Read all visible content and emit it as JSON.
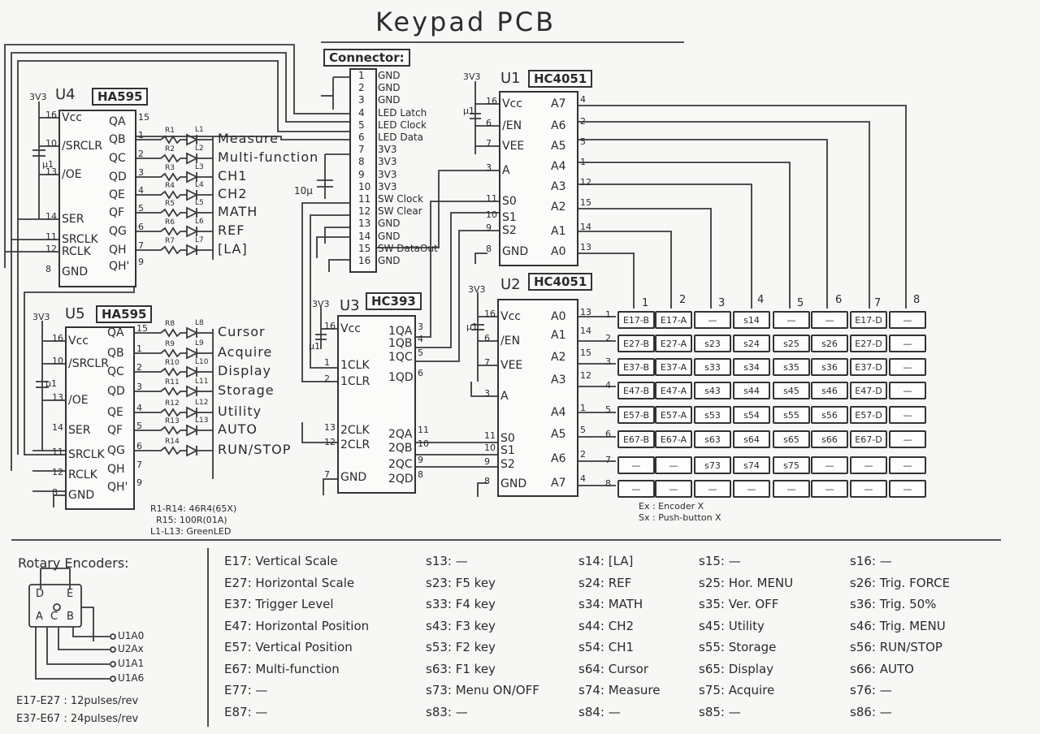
{
  "title": "Keypad PCB",
  "connector": {
    "tag": "Connector:",
    "pins": [
      {
        "n": "1",
        "name": "GND"
      },
      {
        "n": "2",
        "name": "GND"
      },
      {
        "n": "3",
        "name": "GND"
      },
      {
        "n": "4",
        "name": "LED Latch"
      },
      {
        "n": "5",
        "name": "LED Clock"
      },
      {
        "n": "6",
        "name": "LED Data"
      },
      {
        "n": "7",
        "name": "3V3"
      },
      {
        "n": "8",
        "name": "3V3"
      },
      {
        "n": "9",
        "name": "3V3"
      },
      {
        "n": "10",
        "name": "3V3"
      },
      {
        "n": "11",
        "name": "SW Clock"
      },
      {
        "n": "12",
        "name": "SW Clear"
      },
      {
        "n": "13",
        "name": "GND"
      },
      {
        "n": "14",
        "name": "GND"
      },
      {
        "n": "15",
        "name": "SW DataOut"
      },
      {
        "n": "16",
        "name": "GND"
      }
    ],
    "cap": "10μ"
  },
  "u4": {
    "ref": "U4",
    "part": "HA595",
    "supply": "3V3",
    "cap": "μ1",
    "left": [
      {
        "n": "16",
        "p": "Vcc"
      },
      {
        "n": "10",
        "p": "/SRCLR"
      },
      {
        "n": "13",
        "p": "/OE"
      },
      {
        "n": "14",
        "p": "SER"
      },
      {
        "n": "11",
        "p": "SRCLK"
      },
      {
        "n": "12",
        "p": "RCLK"
      },
      {
        "n": "8",
        "p": "GND"
      }
    ],
    "right": [
      {
        "p": "QA",
        "n": "15"
      },
      {
        "p": "QB",
        "n": "1"
      },
      {
        "p": "QC",
        "n": "2"
      },
      {
        "p": "QD",
        "n": "3"
      },
      {
        "p": "QE",
        "n": "4"
      },
      {
        "p": "QF",
        "n": "5"
      },
      {
        "p": "QG",
        "n": "6"
      },
      {
        "p": "QH",
        "n": "7"
      },
      {
        "p": "QH'",
        "n": "9"
      }
    ],
    "resistors": [
      "R1",
      "R2",
      "R3",
      "R4",
      "R5",
      "R6",
      "R7"
    ],
    "leds": [
      "L1",
      "L2",
      "L3",
      "L4",
      "L5",
      "L6",
      "L7"
    ],
    "labels": [
      "Measure",
      "Multi-function",
      "CH1",
      "CH2",
      "MATH",
      "REF",
      "[LA]"
    ]
  },
  "u5": {
    "ref": "U5",
    "part": "HA595",
    "supply": "3V3",
    "cap": "μ1",
    "left": [
      {
        "n": "16",
        "p": "Vcc"
      },
      {
        "n": "10",
        "p": "/SRCLR"
      },
      {
        "n": "13",
        "p": "/OE"
      },
      {
        "n": "14",
        "p": "SER"
      },
      {
        "n": "11",
        "p": "SRCLK"
      },
      {
        "n": "12",
        "p": "RCLK"
      },
      {
        "n": "8",
        "p": "GND"
      }
    ],
    "right": [
      {
        "p": "QA",
        "n": "15"
      },
      {
        "p": "QB",
        "n": "1"
      },
      {
        "p": "QC",
        "n": "2"
      },
      {
        "p": "QD",
        "n": "3"
      },
      {
        "p": "QE",
        "n": "4"
      },
      {
        "p": "QF",
        "n": "5"
      },
      {
        "p": "QG",
        "n": "6"
      },
      {
        "p": "QH",
        "n": "7"
      },
      {
        "p": "QH'",
        "n": "9"
      }
    ],
    "resistors": [
      "R8",
      "R9",
      "R10",
      "R11",
      "R12",
      "R13",
      "R14",
      "R15"
    ],
    "leds": [
      "L8",
      "L9",
      "L10",
      "L11",
      "L12",
      "L13"
    ],
    "labels": [
      "Cursor",
      "Acquire",
      "Display",
      "Storage",
      "Utility",
      "AUTO",
      "RUN/STOP"
    ]
  },
  "notes": [
    "R1-R14: 46R4(65X)",
    "R15: 100R(01A)",
    "L1-L13: GreenLED"
  ],
  "u1": {
    "ref": "U1",
    "part": "HC4051",
    "supply": "3V3",
    "cap": "μ1",
    "left": [
      {
        "n": "16",
        "p": "Vcc"
      },
      {
        "n": "6",
        "p": "/EN"
      },
      {
        "n": "7",
        "p": "VEE"
      },
      {
        "n": "3",
        "p": "A"
      },
      {
        "n": "11",
        "p": "S0"
      },
      {
        "n": "10",
        "p": "S1"
      },
      {
        "n": "9",
        "p": "S2"
      },
      {
        "n": "8",
        "p": "GND"
      }
    ],
    "right": [
      {
        "p": "A7",
        "n": "4"
      },
      {
        "p": "A6",
        "n": "2"
      },
      {
        "p": "A5",
        "n": "5"
      },
      {
        "p": "A4",
        "n": "1"
      },
      {
        "p": "A3",
        "n": "12"
      },
      {
        "p": "A2",
        "n": "15"
      },
      {
        "p": "A1",
        "n": "14"
      },
      {
        "p": "A0",
        "n": "13"
      }
    ]
  },
  "u2": {
    "ref": "U2",
    "part": "HC4051",
    "supply": "3V3",
    "cap": "μ1",
    "left": [
      {
        "n": "16",
        "p": "Vcc"
      },
      {
        "n": "6",
        "p": "/EN"
      },
      {
        "n": "7",
        "p": "VEE"
      },
      {
        "n": "3",
        "p": "A"
      },
      {
        "n": "11",
        "p": "S0"
      },
      {
        "n": "10",
        "p": "S1"
      },
      {
        "n": "9",
        "p": "S2"
      },
      {
        "n": "8",
        "p": "GND"
      }
    ],
    "right": [
      {
        "p": "A0",
        "n": "13"
      },
      {
        "p": "A1",
        "n": "14"
      },
      {
        "p": "A2",
        "n": "15"
      },
      {
        "p": "A3",
        "n": "12"
      },
      {
        "p": "A4",
        "n": "1"
      },
      {
        "p": "A5",
        "n": "5"
      },
      {
        "p": "A6",
        "n": "2"
      },
      {
        "p": "A7",
        "n": "4"
      }
    ],
    "rows": [
      "1",
      "2",
      "3",
      "4",
      "5",
      "6",
      "7",
      "8"
    ]
  },
  "u3": {
    "ref": "U3",
    "part": "HC393",
    "supply": "3V3",
    "cap": "μ1",
    "left": [
      {
        "n": "16",
        "p": "Vcc"
      },
      {
        "n": "1",
        "p": "1CLK"
      },
      {
        "n": "2",
        "p": "1CLR"
      },
      {
        "n": "13",
        "p": "2CLK"
      },
      {
        "n": "12",
        "p": "2CLR"
      },
      {
        "n": "7",
        "p": "GND"
      }
    ],
    "right": [
      {
        "p": "1QA",
        "n": "3"
      },
      {
        "p": "1QB",
        "n": "4"
      },
      {
        "p": "1QC",
        "n": "5"
      },
      {
        "p": "1QD",
        "n": "6"
      },
      {
        "p": "2QA",
        "n": "11"
      },
      {
        "p": "2QB",
        "n": "10"
      },
      {
        "p": "2QC",
        "n": "9"
      },
      {
        "p": "2QD",
        "n": "8"
      }
    ]
  },
  "matrix": {
    "cols": [
      "1",
      "2",
      "3",
      "4",
      "5",
      "6",
      "7",
      "8"
    ],
    "rows": [
      [
        "E17-B",
        "E17-A",
        "—",
        "s14",
        "—",
        "—",
        "E17-D",
        "—"
      ],
      [
        "E27-B",
        "E27-A",
        "s23",
        "s24",
        "s25",
        "s26",
        "E27-D",
        "—"
      ],
      [
        "E37-B",
        "E37-A",
        "s33",
        "s34",
        "s35",
        "s36",
        "E37-D",
        "—"
      ],
      [
        "E47-B",
        "E47-A",
        "s43",
        "s44",
        "s45",
        "s46",
        "E47-D",
        "—"
      ],
      [
        "E57-B",
        "E57-A",
        "s53",
        "s54",
        "s55",
        "s56",
        "E57-D",
        "—"
      ],
      [
        "E67-B",
        "E67-A",
        "s63",
        "s64",
        "s65",
        "s66",
        "E67-D",
        "—"
      ],
      [
        "—",
        "—",
        "s73",
        "s74",
        "s75",
        "—",
        "—",
        "—"
      ],
      [
        "—",
        "—",
        "—",
        "—",
        "—",
        "—",
        "—",
        "—"
      ]
    ],
    "legend": [
      "Ex : Encoder X",
      "Sx : Push-button X"
    ]
  },
  "encoders": {
    "title": "Rotary Encoders:",
    "pins": [
      "D",
      "E",
      "A",
      "C",
      "B"
    ],
    "outputs": [
      "U1A0",
      "U2Ax",
      "U1A1",
      "U1A6"
    ],
    "notes": [
      "E17-E27 : 12pulses/rev",
      "E37-E67 : 24pulses/rev"
    ]
  },
  "legend_cols": [
    [
      "E17: Vertical Scale",
      "E27: Horizontal Scale",
      "E37: Trigger Level",
      "E47: Horizontal Position",
      "E57: Vertical Position",
      "E67: Multi-function",
      "E77: —",
      "E87: —"
    ],
    [
      "s13: —",
      "s23: F5 key",
      "s33: F4 key",
      "s43: F3 key",
      "s53: F2 key",
      "s63: F1 key",
      "s73: Menu ON/OFF",
      "s83: —"
    ],
    [
      "s14: [LA]",
      "s24: REF",
      "s34: MATH",
      "s44: CH2",
      "s54: CH1",
      "s64: Cursor",
      "s74: Measure",
      "s84: —"
    ],
    [
      "s15: —",
      "s25: Hor. MENU",
      "s35: Ver. OFF",
      "s45: Utility",
      "s55: Storage",
      "s65: Display",
      "s75: Acquire",
      "s85: —"
    ],
    [
      "s16: —",
      "s26: Trig. FORCE",
      "s36: Trig. 50%",
      "s46: Trig. MENU",
      "s56: RUN/STOP",
      "s66: AUTO",
      "s76: —",
      "s86: —"
    ]
  ]
}
